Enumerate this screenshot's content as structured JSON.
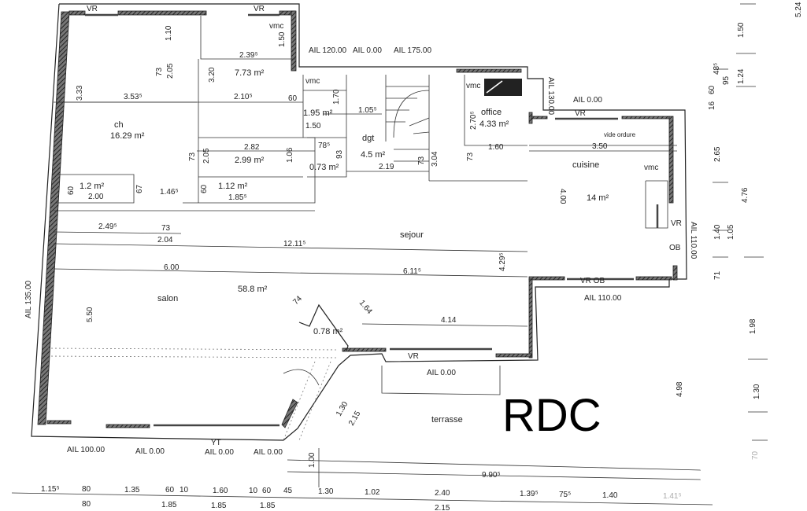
{
  "drawing": {
    "title": "RDC",
    "rooms": {
      "ch": {
        "name": "ch",
        "area": "16.29 m²"
      },
      "bath": {
        "area": "7.73 m²"
      },
      "wc": {
        "area": "1.95 m²"
      },
      "dressing": {
        "area": "2.99 m²"
      },
      "closet_a": {
        "area": "1.2 m²"
      },
      "closet_b": {
        "area": "1.12 m²"
      },
      "storage": {
        "area": "0.73 m²"
      },
      "dgt": {
        "name": "dgt",
        "area": "4.5 m²"
      },
      "office": {
        "name": "office",
        "area": "4.33 m²"
      },
      "cuisine": {
        "name": "cuisine",
        "area": "14 m²"
      },
      "sejour": {
        "name": "sejour"
      },
      "salon": {
        "name": "salon",
        "area": "58.8 m²"
      },
      "niche": {
        "area": "0.78 m²"
      },
      "terrasse": {
        "name": "terrasse"
      }
    },
    "markers": {
      "vr": "VR",
      "vmc": "vmc",
      "ob": "OB",
      "vr_ob": "VR  OB",
      "yt": "YT",
      "vide_ordure": "vide ordure"
    },
    "heights": {
      "a120": "AIL 120.00",
      "a0": "AIL 0.00",
      "a175": "AIL 175.00",
      "a110": "AIL 110.00",
      "a135": "AIL 135.00",
      "a100": "AIL 100.00",
      "a130": "AIL 130.00"
    },
    "dims_interior": {
      "d110": "1.10",
      "d150a": "1.50",
      "d239": "2.39⁵",
      "d73a": "73",
      "d205a": "2.05",
      "d320": "3.20",
      "d333": "3.33",
      "d353": "3.53⁵",
      "d210": "2.10⁵",
      "d60a": "60",
      "d170": "1.70",
      "d105": "1.05⁵",
      "d150b": "1.50",
      "d282": "2.82",
      "d78": "78⁵",
      "d93": "93",
      "d106": "1.06",
      "d205b": "2.05",
      "d73b": "73",
      "d219": "2.19",
      "d60b": "60",
      "d200": "2.00",
      "d67": "67",
      "d146": "1.46⁵",
      "d60c": "60",
      "d185": "1.85⁵",
      "d270": "2.70⁵",
      "d160": "1.60",
      "d73c": "73",
      "d304": "3.04",
      "d73d": "73",
      "d350": "3.50",
      "d400": "4.00",
      "d249": "2.49⁵",
      "d73e": "73",
      "d204": "2.04",
      "d1211": "12.11⁵",
      "d600": "6.00",
      "d611": "6.11⁵",
      "d429": "4.29⁵",
      "d550": "5.50",
      "d74": "74",
      "d164": "1.64",
      "d414": "4.14",
      "d130a": "1.30",
      "d215a": "2.15",
      "d100": "1.00",
      "d990": "9.90⁵",
      "d498": "4.98"
    },
    "dims_bottom_row1": [
      "1.15⁵",
      "80",
      "1.35",
      "60",
      "10",
      "1.60",
      "10",
      "60",
      "45",
      "1.30",
      "1.02",
      "2.40",
      "1.39⁵",
      "75⁵",
      "1.40",
      "1.41⁵"
    ],
    "dims_bottom_row2": [
      "80",
      "1.85",
      "1.85",
      "1.85",
      "2.15"
    ],
    "dims_right": {
      "r524": "5.24",
      "r150": "1.50",
      "r48": "48⁵",
      "r60": "60",
      "r16": "16",
      "r95": "95",
      "r124": "1.24",
      "r265": "2.65",
      "r476": "4.76",
      "r140": "1.40",
      "r105": "1.05",
      "r71": "71",
      "r198": "1.98",
      "r130": "1.30",
      "r70": "70"
    }
  }
}
